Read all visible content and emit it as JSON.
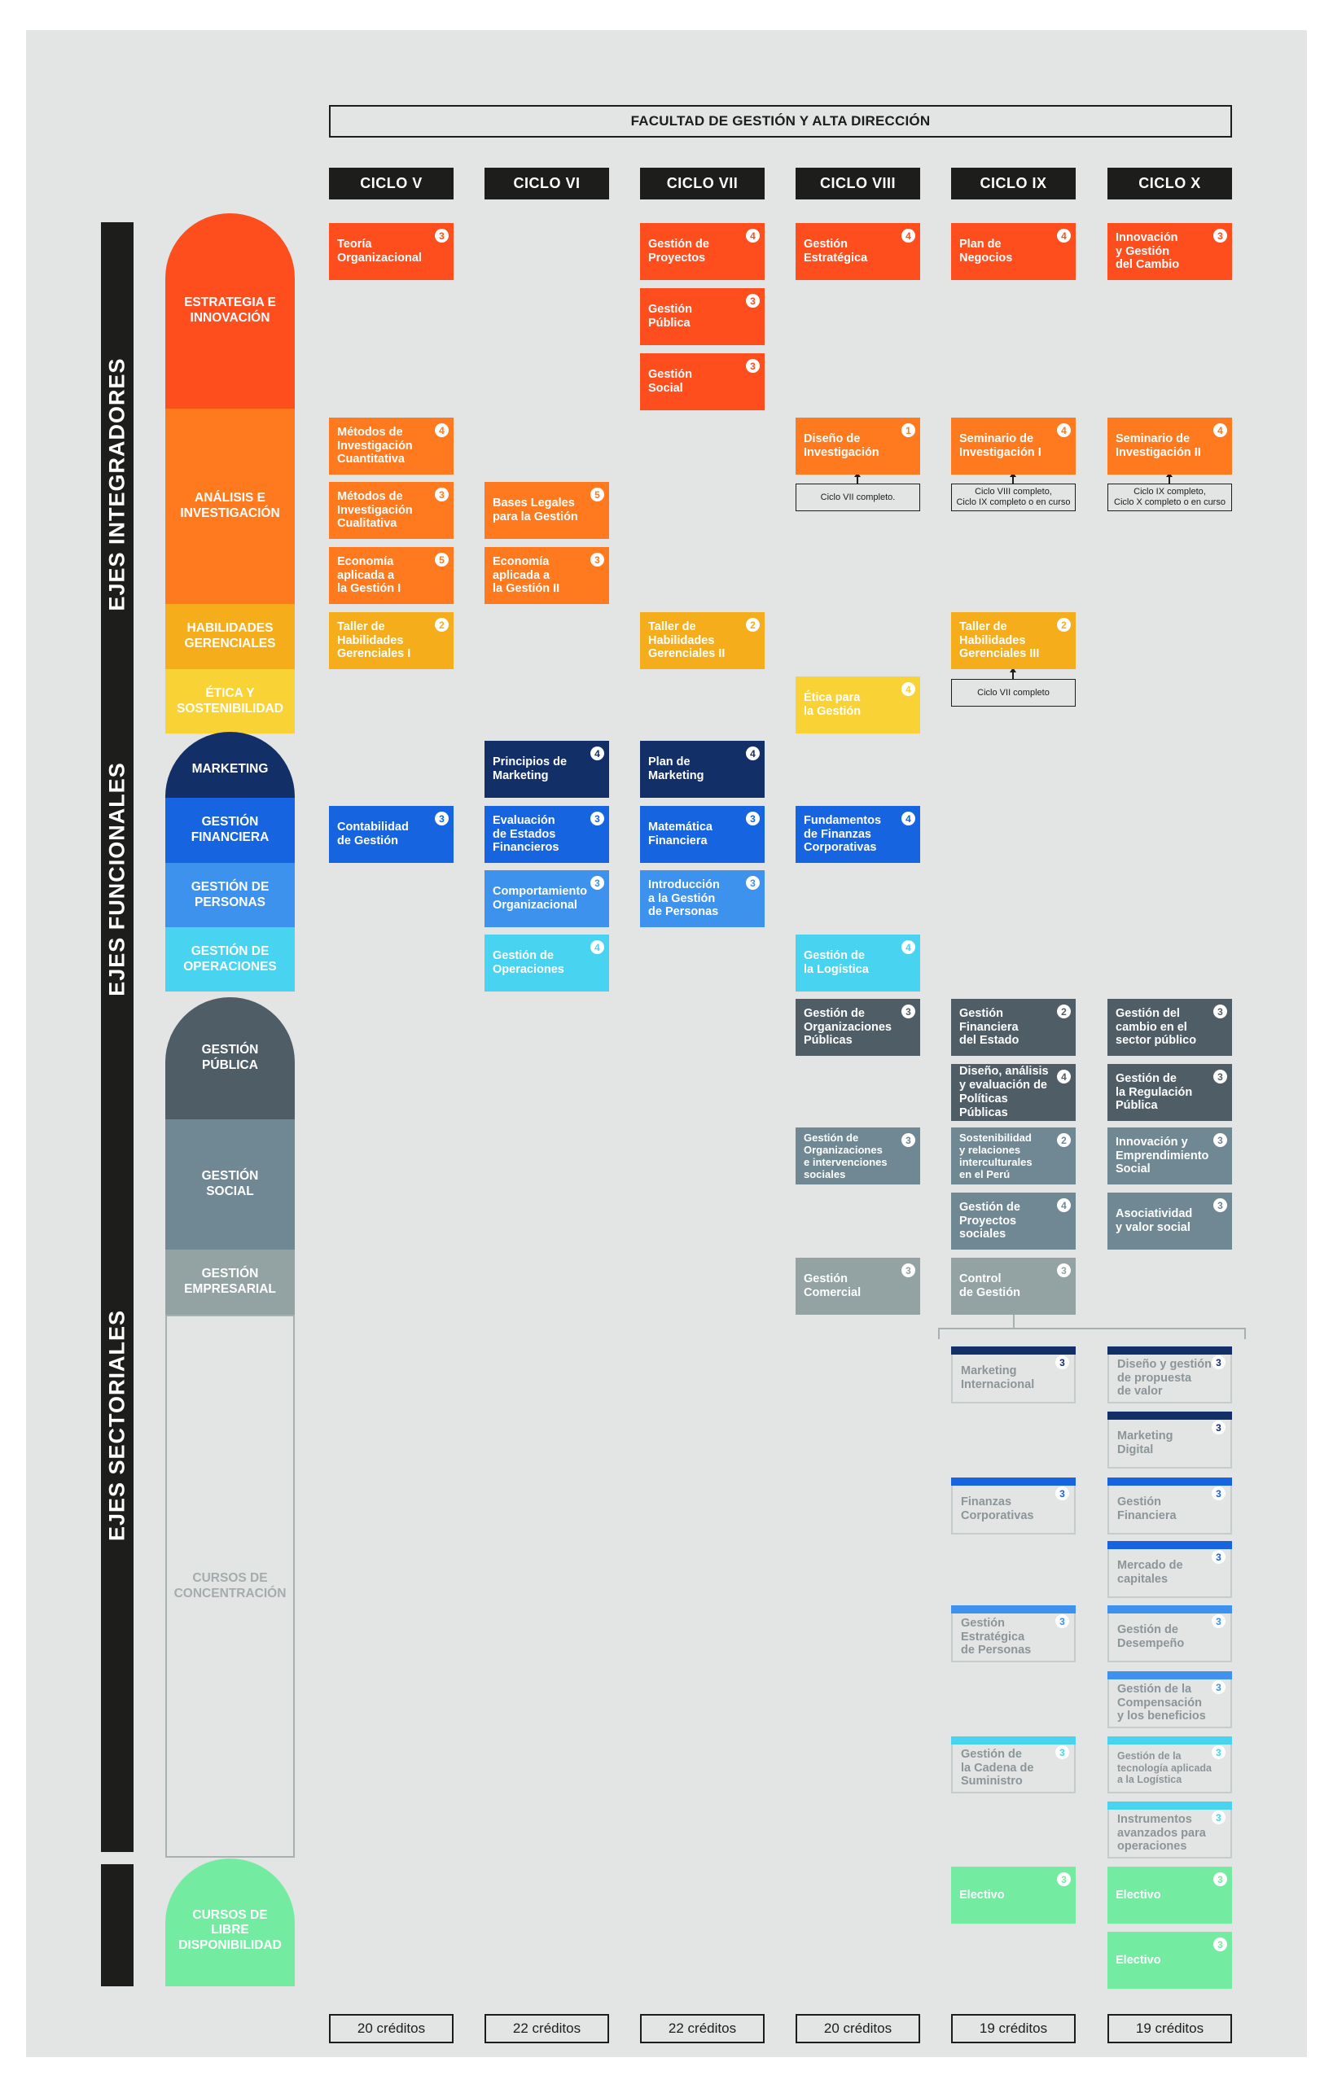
{
  "faculty": "FACULTAD DE GESTIÓN Y ALTA DIRECCIÓN",
  "cycles": [
    "CICLO V",
    "CICLO VI",
    "CICLO VII",
    "CICLO VIII",
    "CICLO IX",
    "CICLO X"
  ],
  "groups": [
    "EJES INTEGRADORES",
    "EJES FUNCIONALES",
    "EJES SECTORIALES"
  ],
  "axes": [
    {
      "label": "ESTRATEGIA E\nINNOVACIÓN",
      "color": "#ff4e1e"
    },
    {
      "label": "ANÁLISIS E\nINVESTIGACIÓN",
      "color": "#ff7a1f"
    },
    {
      "label": "HABILIDADES\nGERENCIALES",
      "color": "#f5ad1b"
    },
    {
      "label": "ÉTICA Y\nSOSTENIBILIDAD",
      "color": "#f9d235"
    },
    {
      "label": "MARKETING",
      "color": "#132f68"
    },
    {
      "label": "GESTIÓN\nFINANCIERA",
      "color": "#1664e0"
    },
    {
      "label": "GESTIÓN DE\nPERSONAS",
      "color": "#3d92ee"
    },
    {
      "label": "GESTIÓN DE\nOPERACIONES",
      "color": "#48d3f0"
    },
    {
      "label": "GESTIÓN\nPÚBLICA",
      "color": "#4e5d66"
    },
    {
      "label": "GESTIÓN\nSOCIAL",
      "color": "#6f8893"
    },
    {
      "label": "GESTIÓN\nEMPRESARIAL",
      "color": "#93a2a3"
    },
    {
      "label": "CURSOS DE\nCONCENTRACIÓN",
      "color": "#a9b0b1"
    },
    {
      "label": "CURSOS DE\nLIBRE\nDISPONIBILIDAD",
      "color": "#73eca2"
    }
  ],
  "courses": [
    {
      "name": "Teoría\nOrganizacional",
      "credits": "3"
    },
    {
      "name": "Gestión de\nProyectos",
      "credits": "4"
    },
    {
      "name": "Gestión\nPública",
      "credits": "3"
    },
    {
      "name": "Gestión\nSocial",
      "credits": "3"
    },
    {
      "name": "Gestión\nEstratégica",
      "credits": "4"
    },
    {
      "name": "Plan de\nNegocios",
      "credits": "4"
    },
    {
      "name": "Innovación\ny Gestión\ndel Cambio",
      "credits": "3"
    },
    {
      "name": "Métodos de\nInvestigación\nCuantitativa",
      "credits": "4"
    },
    {
      "name": "Métodos de\nInvestigación\nCualitativa",
      "credits": "3"
    },
    {
      "name": "Economía\naplicada a\nla Gestión I",
      "credits": "5"
    },
    {
      "name": "Bases Legales\npara la Gestión",
      "credits": "5"
    },
    {
      "name": "Economía\naplicada a\nla Gestión II",
      "credits": "3"
    },
    {
      "name": "Diseño de\nInvestigación",
      "credits": "1"
    },
    {
      "name": "Seminario de\nInvestigación I",
      "credits": "4"
    },
    {
      "name": "Seminario de\nInvestigación II",
      "credits": "4"
    },
    {
      "name": "Taller de\nHabilidades\nGerenciales I",
      "credits": "2"
    },
    {
      "name": "Taller de\nHabilidades\nGerenciales II",
      "credits": "2"
    },
    {
      "name": "Taller de\nHabilidades\nGerenciales III",
      "credits": "2"
    },
    {
      "name": "Ética para\nla Gestión",
      "credits": "4"
    },
    {
      "name": "Principios de\nMarketing",
      "credits": "4"
    },
    {
      "name": "Plan de\nMarketing",
      "credits": "4"
    },
    {
      "name": "Contabilidad\nde Gestión",
      "credits": "3"
    },
    {
      "name": "Evaluación\nde Estados\nFinancieros",
      "credits": "3"
    },
    {
      "name": "Matemática\nFinanciera",
      "credits": "3"
    },
    {
      "name": "Fundamentos\nde Finanzas\nCorporativas",
      "credits": "4"
    },
    {
      "name": "Comportamiento\nOrganizacional",
      "credits": "3"
    },
    {
      "name": "Introducción\na la Gestión\nde Personas",
      "credits": "3"
    },
    {
      "name": "Gestión de\nOperaciones",
      "credits": "4"
    },
    {
      "name": "Gestión de\nla Logística",
      "credits": "4"
    },
    {
      "name": "Gestión de\nOrganizaciones\nPúblicas",
      "credits": "3"
    },
    {
      "name": "Gestión\nFinanciera\ndel Estado",
      "credits": "2"
    },
    {
      "name": "Gestión del\ncambio en el\nsector público",
      "credits": "3"
    },
    {
      "name": "Diseño, análisis\ny evaluación de\nPolíticas Públicas",
      "credits": "4"
    },
    {
      "name": "Gestión de\nla Regulación\nPública",
      "credits": "3"
    },
    {
      "name": "Gestión de\nOrganizaciones\ne intervenciones\nsociales",
      "credits": "3"
    },
    {
      "name": "Sostenibilidad\ny relaciones\ninterculturales\nen el Perú",
      "credits": "2"
    },
    {
      "name": "Innovación y\nEmprendimiento\nSocial",
      "credits": "3"
    },
    {
      "name": "Gestión de\nProyectos\nsociales",
      "credits": "4"
    },
    {
      "name": "Asociatividad\ny valor social",
      "credits": "3"
    },
    {
      "name": "Gestión\nComercial",
      "credits": "3"
    },
    {
      "name": "Control\nde Gestión",
      "credits": "3"
    },
    {
      "name": "Marketing\nInternacional",
      "credits": "3"
    },
    {
      "name": "Diseño y gestión\nde propuesta\nde valor",
      "credits": "3"
    },
    {
      "name": "Marketing\nDigital",
      "credits": "3"
    },
    {
      "name": "Finanzas\nCorporativas",
      "credits": "3"
    },
    {
      "name": "Gestión\nFinanciera",
      "credits": "3"
    },
    {
      "name": "Mercado de\ncapitales",
      "credits": "3"
    },
    {
      "name": "Gestión\nEstratégica\nde Personas",
      "credits": "3"
    },
    {
      "name": "Gestión de\nDesempeño",
      "credits": "3"
    },
    {
      "name": "Gestión de la\nCompensación\ny los beneficios",
      "credits": "3"
    },
    {
      "name": "Gestión de\nla Cadena de\nSuministro",
      "credits": "3"
    },
    {
      "name": "Gestión de la\ntecnología aplicada\na la Logística",
      "credits": "3"
    },
    {
      "name": "Instrumentos\navanzados para\noperaciones",
      "credits": "3"
    },
    {
      "name": "Electivo",
      "credits": "3"
    },
    {
      "name": "Electivo",
      "credits": "3"
    },
    {
      "name": "Electivo",
      "credits": "3"
    }
  ],
  "notes": [
    "Ciclo VII completo.",
    "Ciclo VIII completo,\nCiclo IX completo o en curso",
    "Ciclo IX completo,\nCiclo X completo o en curso",
    "Ciclo VII completo"
  ],
  "credits_totals": [
    "20 créditos",
    "22 créditos",
    "22 créditos",
    "20 créditos",
    "19 créditos",
    "19 créditos"
  ]
}
